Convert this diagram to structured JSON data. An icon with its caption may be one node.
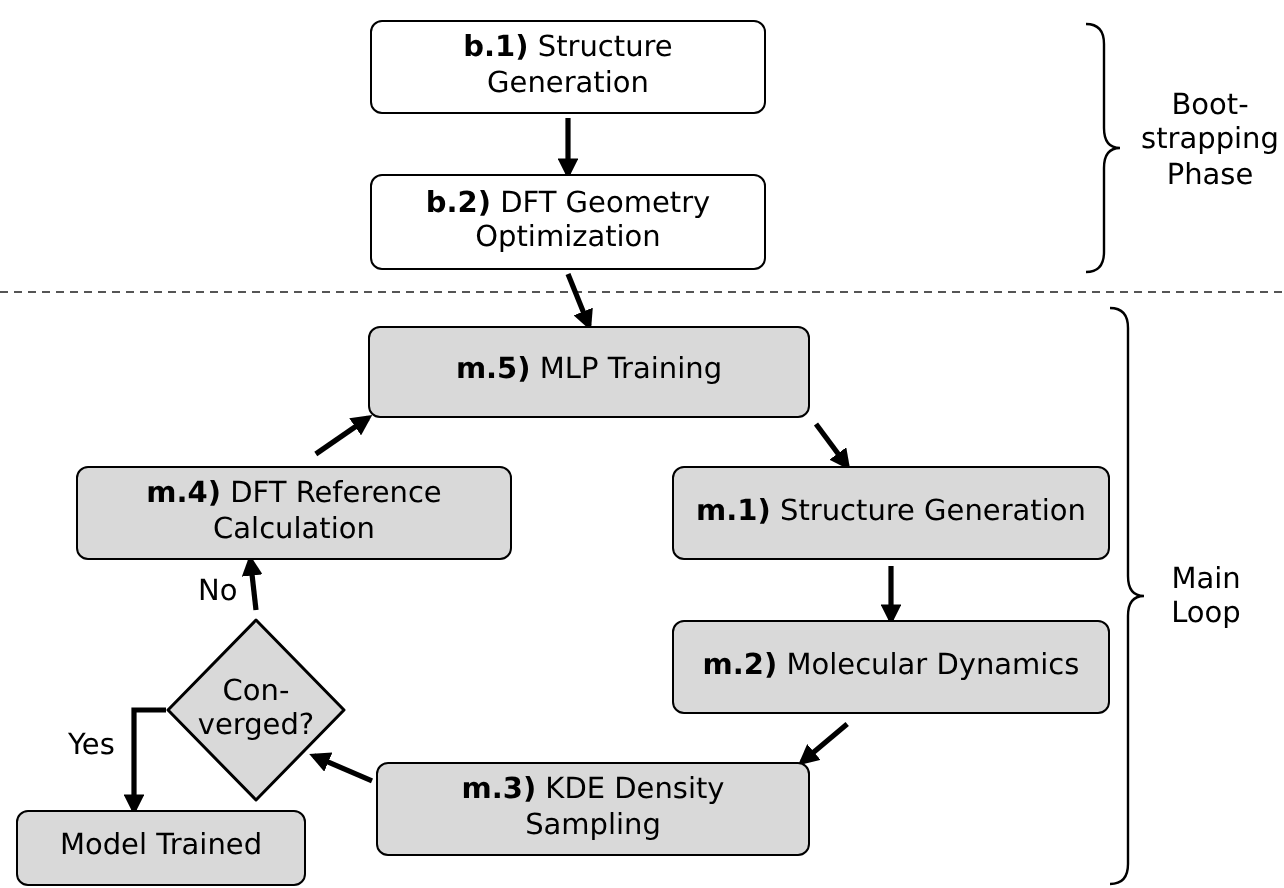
{
  "diagram": {
    "nodes": [
      {
        "text": [
          "**b.1)** Structure Generation"
        ]
      },
      {
        "text": [
          "**b.2)** DFT Geometry Optimization"
        ]
      },
      {
        "text": [
          "**m.5)** MLP Training"
        ]
      },
      {
        "text": [
          "**m.4)** DFT  Reference Calculation"
        ]
      },
      {
        "text": [
          "**m.1)** Structure Generation"
        ]
      },
      {
        "text": [
          "**m.2)** Molecular Dynamics"
        ]
      },
      {
        "text": [
          "Con- verged?"
        ]
      },
      {
        "text": [
          "**m.3)** KDE Density Sampling"
        ]
      },
      {
        "text": [
          "Model Trained"
        ]
      }
    ],
    "edges": [
      {
        "from": 0,
        "to": 1,
        "arrow": "to"
      },
      {
        "from": 1,
        "to": 2,
        "arrow": "to"
      },
      {
        "from": 2,
        "to": 4,
        "arrow": "to"
      },
      {
        "from": 4,
        "to": 5,
        "arrow": "to"
      },
      {
        "from": 5,
        "to": 7,
        "arrow": "to"
      },
      {
        "from": 7,
        "to": 6,
        "arrow": "to"
      },
      {
        "from": 6,
        "to": 3,
        "arrow": "to",
        "label": "No"
      },
      {
        "from": 6,
        "to": 8,
        "arrow": "to",
        "label": "Yes"
      },
      {
        "from": 3,
        "to": 2,
        "arrow": "to"
      }
    ],
    "labels": [
      "Boot- strapping Phase",
      "Main Loop"
    ]
  }
}
